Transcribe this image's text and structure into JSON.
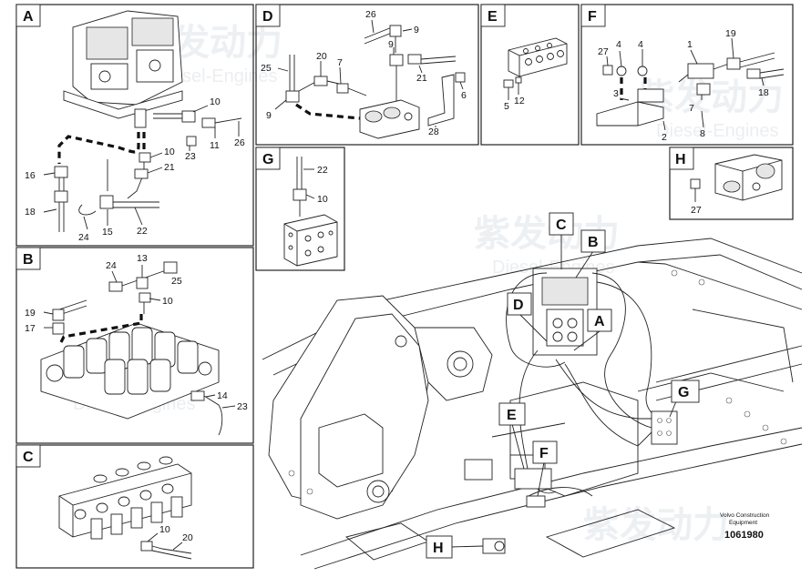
{
  "panels": {
    "A": {
      "tag": "A",
      "labels": [
        "10",
        "11",
        "26",
        "23",
        "10",
        "21",
        "16",
        "18",
        "24",
        "15",
        "22"
      ]
    },
    "B": {
      "tag": "B",
      "labels": [
        "24",
        "13",
        "25",
        "10",
        "19",
        "17",
        "14",
        "23"
      ]
    },
    "C": {
      "tag": "C",
      "labels": [
        "10",
        "20"
      ]
    },
    "D": {
      "tag": "D",
      "labels": [
        "26",
        "9",
        "20",
        "7",
        "25",
        "9",
        "21",
        "6",
        "28"
      ]
    },
    "E": {
      "tag": "E",
      "labels": [
        "5",
        "12"
      ]
    },
    "F": {
      "tag": "F",
      "labels": [
        "27",
        "4",
        "4",
        "1",
        "19",
        "3",
        "7",
        "18",
        "2",
        "8"
      ]
    },
    "G": {
      "tag": "G",
      "labels": [
        "22",
        "10"
      ]
    },
    "H": {
      "tag": "H",
      "labels": [
        "27"
      ]
    }
  },
  "main_callouts": [
    "C",
    "B",
    "D",
    "A",
    "G",
    "E",
    "F",
    "H"
  ],
  "footer": {
    "brand": "Volvo Construction",
    "brand2": "Equipment",
    "code": "1061980"
  },
  "watermark": {
    "cn": "紫发动力",
    "en": "Diesel-Engines"
  }
}
